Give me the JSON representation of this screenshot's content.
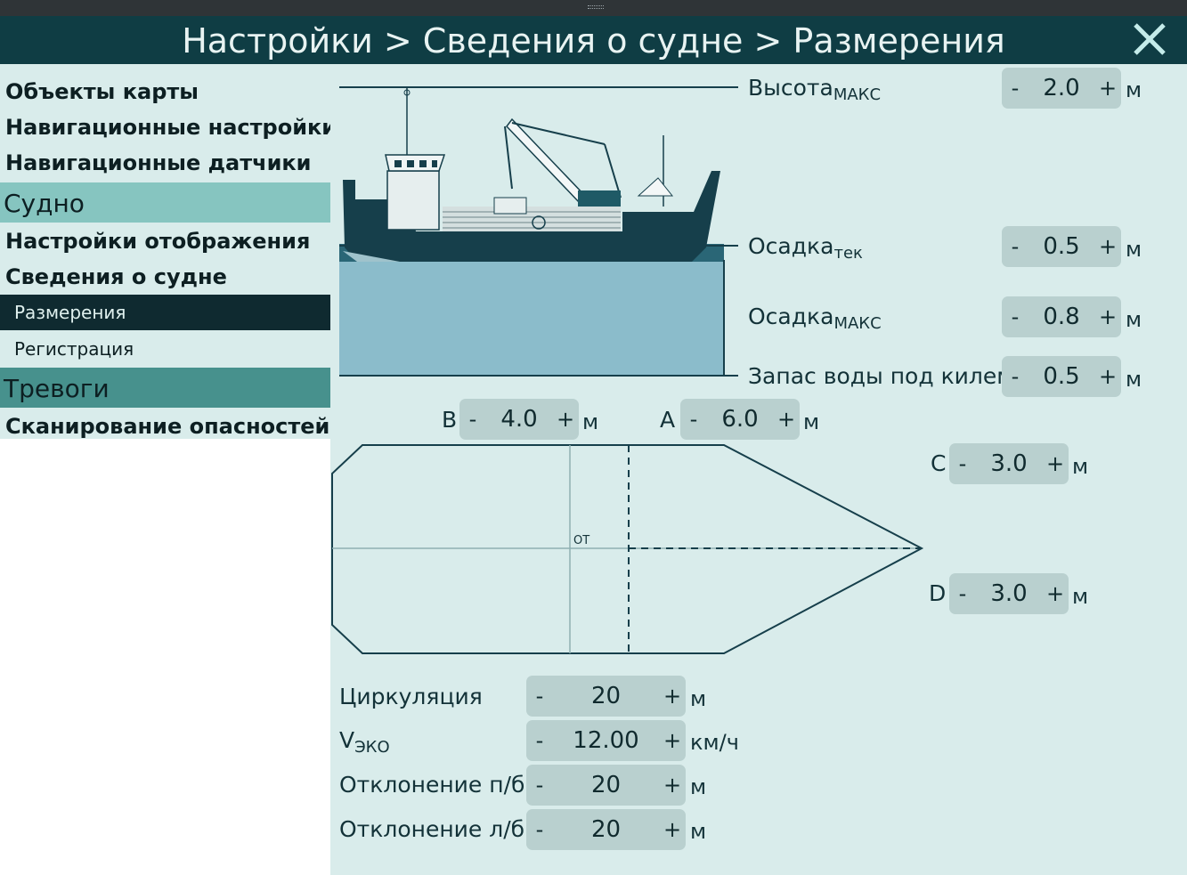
{
  "window": {
    "title": "Настройки > Сведения о судне > Размерения",
    "close_label": "X"
  },
  "sidebar": {
    "items": [
      {
        "label": "Объекты карты",
        "kind": "section"
      },
      {
        "label": "Навигационные настройки",
        "kind": "section"
      },
      {
        "label": "Навигационные датчики",
        "kind": "section"
      },
      {
        "label": "Судно",
        "kind": "category"
      },
      {
        "label": "Настройки отображения",
        "kind": "section"
      },
      {
        "label": "Сведения о судне",
        "kind": "section"
      },
      {
        "label": "Размерения",
        "kind": "subsection",
        "selected": true
      },
      {
        "label": "Регистрация",
        "kind": "subsection"
      },
      {
        "label": "Тревоги",
        "kind": "category"
      },
      {
        "label": "Сканирование опасностей",
        "kind": "section"
      }
    ]
  },
  "vertical": {
    "height_max": {
      "label": "Высота",
      "sub": "МАКС",
      "value": "2.0",
      "unit": "м"
    },
    "draft_current": {
      "label": "Осадка",
      "sub": "тек",
      "value": "0.5",
      "unit": "м"
    },
    "draft_max": {
      "label": "Осадка",
      "sub": "МАКС",
      "value": "0.8",
      "unit": "м"
    },
    "under_keel": {
      "label": "Запас воды под килем",
      "value": "0.5",
      "unit": "м"
    }
  },
  "plan": {
    "B": {
      "label": "B",
      "value": "4.0",
      "unit": "м"
    },
    "A": {
      "label": "A",
      "value": "6.0",
      "unit": "м"
    },
    "C": {
      "label": "C",
      "value": "3.0",
      "unit": "м"
    },
    "D": {
      "label": "D",
      "value": "3.0",
      "unit": "м"
    },
    "origin_label": "ОТ"
  },
  "maneuver": {
    "turning": {
      "label": "Циркуляция",
      "value": "20",
      "unit": "м"
    },
    "v_eco": {
      "label": "V",
      "sub": "ЭКО",
      "value": "12.00",
      "unit": "км/ч"
    },
    "dev_starboard": {
      "label": "Отклонение п/б",
      "value": "20",
      "unit": "м"
    },
    "dev_port": {
      "label": "Отклонение л/б",
      "value": "20",
      "unit": "м"
    }
  },
  "stepper_minus": "-",
  "stepper_plus": "+",
  "colors": {
    "titlebar": "#0f3d44",
    "panel": "#d9eceb",
    "category": "#86c5c0",
    "category_alarm": "#47918d",
    "selected": "#0f2a30",
    "stepper": "#b9d0cf",
    "water": "#8bbccb",
    "hull": "#163f4b"
  }
}
